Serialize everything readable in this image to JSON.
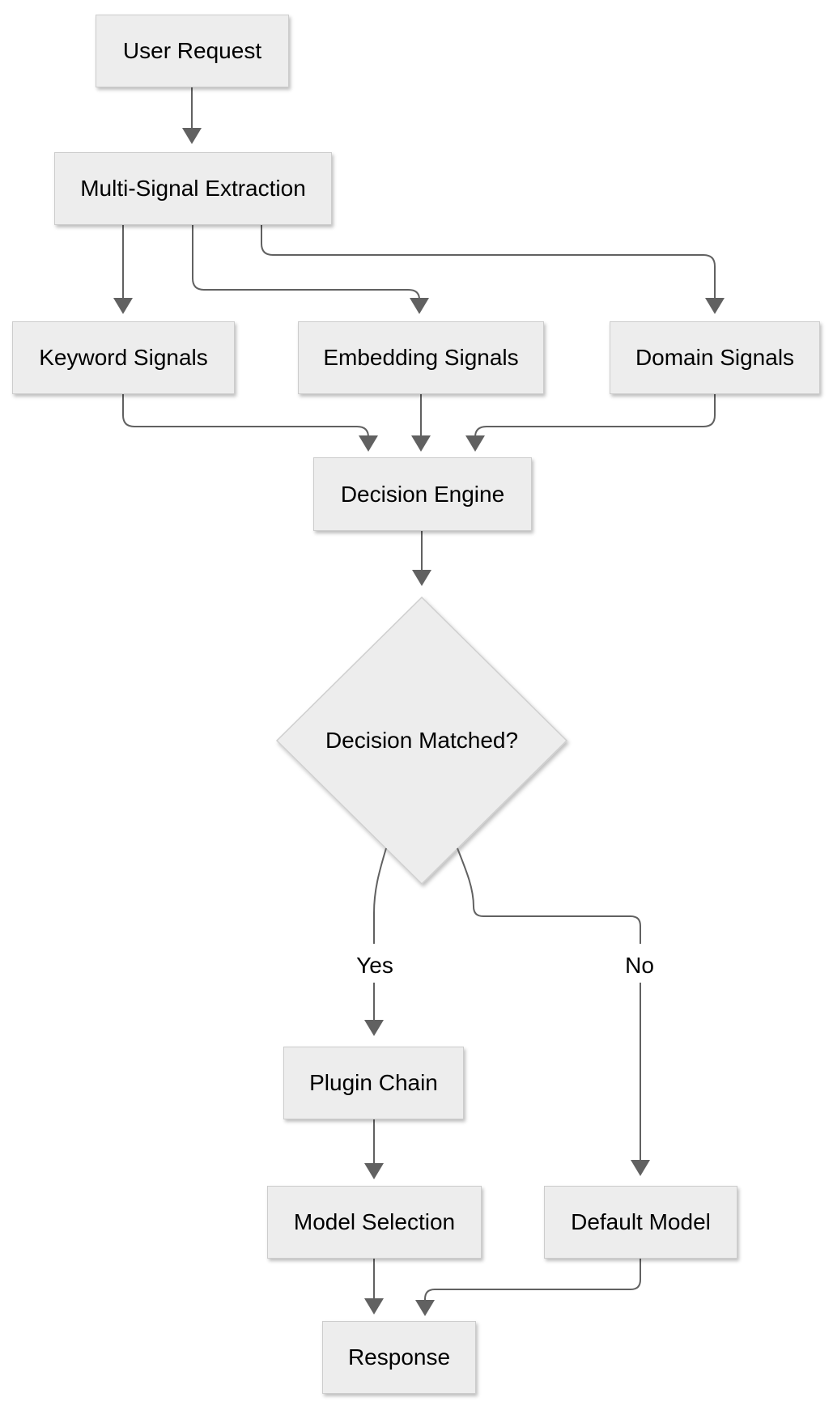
{
  "diagram": {
    "type": "flowchart",
    "orientation": "top-down",
    "colors": {
      "background": "#ffffff",
      "node_fill": "#ededed",
      "node_border": "#cccccc",
      "diamond_border": "#cfcfcf",
      "edge": "#616161",
      "text": "#000000"
    },
    "nodes": [
      {
        "id": "user-request",
        "label": "User Request",
        "shape": "rect"
      },
      {
        "id": "multi-signal-extraction",
        "label": "Multi-Signal Extraction",
        "shape": "rect"
      },
      {
        "id": "keyword-signals",
        "label": "Keyword Signals",
        "shape": "rect"
      },
      {
        "id": "embedding-signals",
        "label": "Embedding Signals",
        "shape": "rect"
      },
      {
        "id": "domain-signals",
        "label": "Domain Signals",
        "shape": "rect"
      },
      {
        "id": "decision-engine",
        "label": "Decision Engine",
        "shape": "rect"
      },
      {
        "id": "decision-matched",
        "label": "Decision Matched?",
        "shape": "diamond"
      },
      {
        "id": "plugin-chain",
        "label": "Plugin Chain",
        "shape": "rect"
      },
      {
        "id": "model-selection",
        "label": "Model Selection",
        "shape": "rect"
      },
      {
        "id": "default-model",
        "label": "Default Model",
        "shape": "rect"
      },
      {
        "id": "response",
        "label": "Response",
        "shape": "rect"
      }
    ],
    "edges": [
      {
        "from": "user-request",
        "to": "multi-signal-extraction",
        "label": ""
      },
      {
        "from": "multi-signal-extraction",
        "to": "keyword-signals",
        "label": ""
      },
      {
        "from": "multi-signal-extraction",
        "to": "embedding-signals",
        "label": ""
      },
      {
        "from": "multi-signal-extraction",
        "to": "domain-signals",
        "label": ""
      },
      {
        "from": "keyword-signals",
        "to": "decision-engine",
        "label": ""
      },
      {
        "from": "embedding-signals",
        "to": "decision-engine",
        "label": ""
      },
      {
        "from": "domain-signals",
        "to": "decision-engine",
        "label": ""
      },
      {
        "from": "decision-engine",
        "to": "decision-matched",
        "label": ""
      },
      {
        "from": "decision-matched",
        "to": "plugin-chain",
        "label": "Yes"
      },
      {
        "from": "decision-matched",
        "to": "default-model",
        "label": "No"
      },
      {
        "from": "plugin-chain",
        "to": "model-selection",
        "label": ""
      },
      {
        "from": "model-selection",
        "to": "response",
        "label": ""
      },
      {
        "from": "default-model",
        "to": "response",
        "label": ""
      }
    ]
  }
}
